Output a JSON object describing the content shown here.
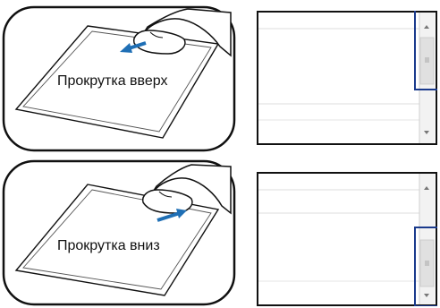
{
  "panels": [
    {
      "label": "Прокрутка вверх",
      "direction": "up"
    },
    {
      "label": "Прокрутка вниз",
      "direction": "down"
    }
  ],
  "colors": {
    "outline": "#111111",
    "arrow": "#1f6fb5",
    "highlight": "#1a3a8c",
    "scrollbar": "#e9e9e9",
    "pane_line": "#dcdcdc"
  },
  "icons": [
    "finger-icon",
    "arrow-icon",
    "scroll-up-arrow-icon",
    "scroll-down-arrow-icon",
    "scrollbar-grip-icon"
  ]
}
